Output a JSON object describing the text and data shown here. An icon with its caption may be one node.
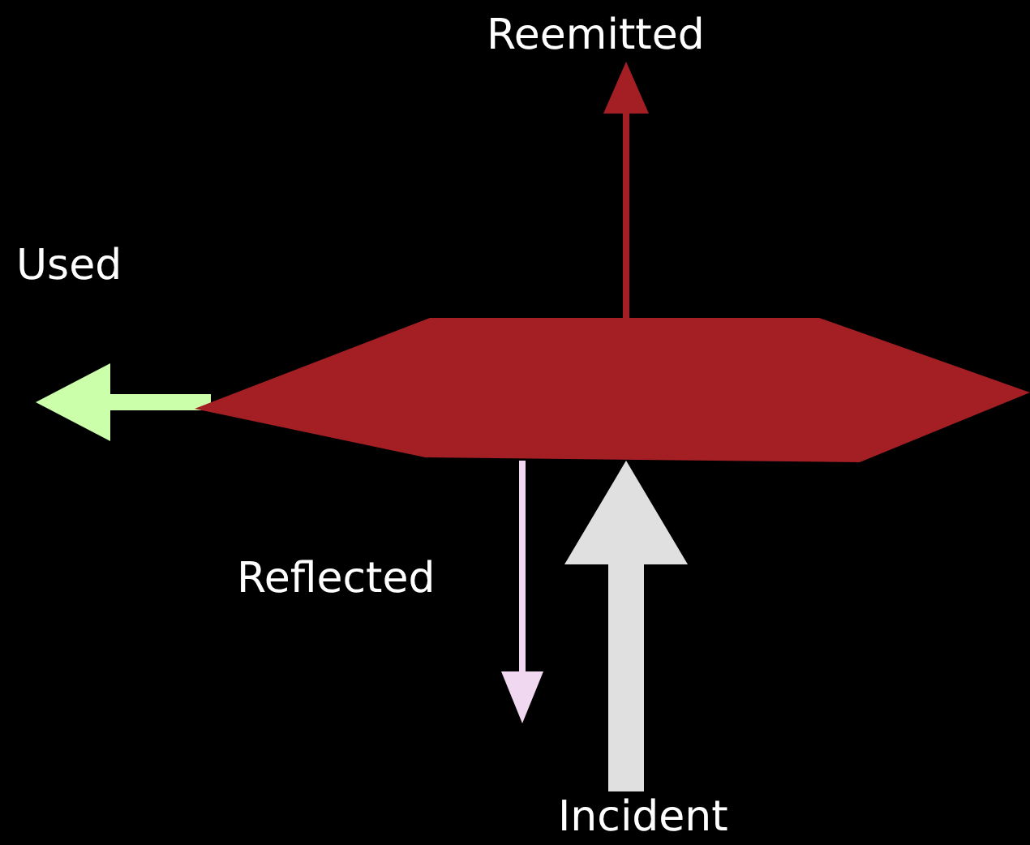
{
  "diagram": {
    "nodes": [
      {
        "text": [],
        "shape": "hexagon"
      },
      {
        "text": [
          "Reemitted"
        ]
      },
      {
        "text": [
          "Incident"
        ]
      }
    ],
    "edges": [
      {
        "from": 0,
        "to": 1,
        "arrow": "to",
        "color": "#a31f24"
      },
      {
        "from": 0,
        "to": null,
        "arrow": "to",
        "label": "Used",
        "style": "thick",
        "color": "#ccffaa"
      },
      {
        "from": 0,
        "to": null,
        "arrow": "to",
        "label": "Reflected",
        "color": "#f0d8f0"
      },
      {
        "from": 2,
        "to": 0,
        "arrow": "to",
        "style": "thick",
        "color": "#e0e0e0"
      }
    ]
  }
}
